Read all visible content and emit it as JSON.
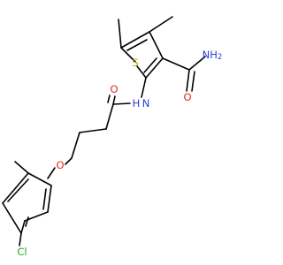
{
  "molecule": {
    "atoms": {
      "sulfur": {
        "text": "S",
        "color": "#B8A800"
      },
      "amide_n": {
        "text": "N",
        "color": "#2B3FD6"
      },
      "amide_h": {
        "text": "H",
        "color": "#2B3FD6"
      },
      "carbonyl_o": {
        "text": "O",
        "color": "#E8261A"
      },
      "carboxamide_o": {
        "text": "O",
        "color": "#E8261A"
      },
      "nh2": {
        "text": "NH",
        "color": "#2B3FD6"
      },
      "nh2_sub": {
        "text": "2",
        "color": "#2B3FD6"
      },
      "ether_o": {
        "text": "O",
        "color": "#E8261A"
      },
      "chlorine": {
        "text": "Cl",
        "color": "#1FA81F"
      }
    }
  }
}
